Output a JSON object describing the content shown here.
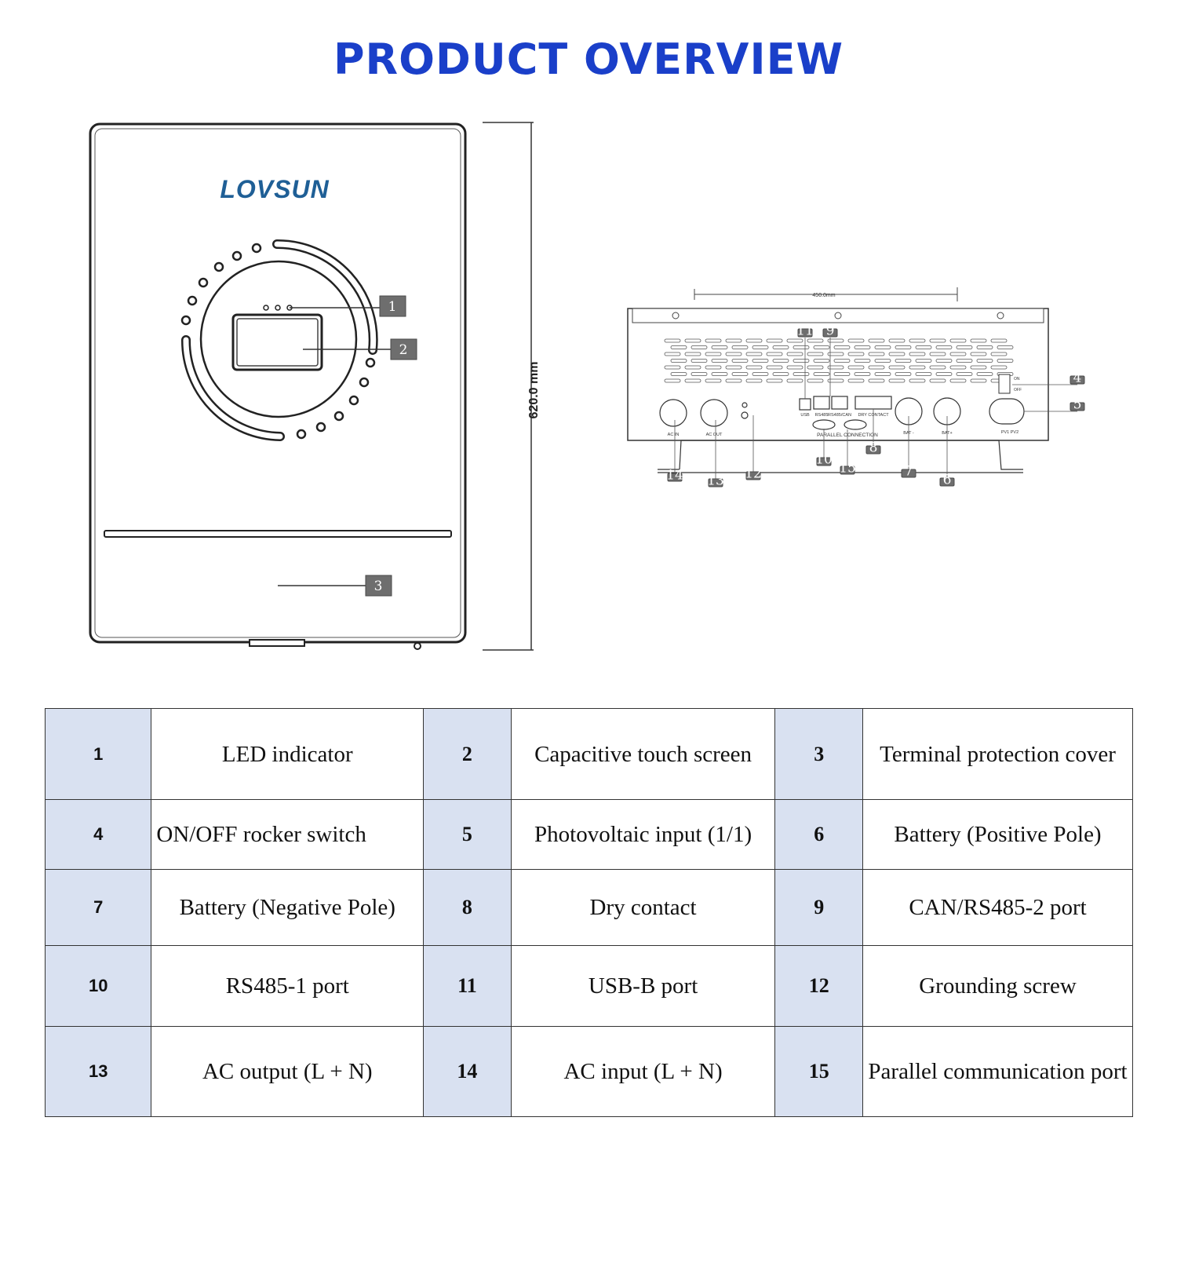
{
  "page_title": "PRODUCT OVERVIEW",
  "brand_logo": "LOVSUN",
  "colors": {
    "title": "#1a3fc9",
    "logo": "#1f5f96",
    "number_cell": "#d9e1f1",
    "callout": "#6e6e6e"
  },
  "front_view": {
    "height_dimension": "620.0 mm",
    "callouts": [
      "1",
      "2",
      "3"
    ]
  },
  "bottom_view": {
    "width_dimension": "450.0mm",
    "switch_labels": {
      "on": "ON",
      "off": "OFF"
    },
    "port_labels": {
      "ac_in": "AC IN",
      "ac_out": "AC OUT",
      "usb": "USB",
      "rs485": "RS485",
      "rs485_can": "RS485/CAN",
      "dry_contact": "DRY CONTACT",
      "parallel": "PARALLEL  CONNECTION",
      "bat_neg": "BAT -",
      "bat_pos": "BAT+",
      "pv": "PV1   PV2"
    },
    "callouts": [
      "4",
      "5",
      "6",
      "7",
      "8",
      "9",
      "10",
      "11",
      "12",
      "13",
      "14",
      "15"
    ]
  },
  "parts_table": [
    [
      {
        "num": "1",
        "desc": "LED indicator"
      },
      {
        "num": "2",
        "desc": "Capacitive touch screen"
      },
      {
        "num": "3",
        "desc": "Terminal protection cover"
      }
    ],
    [
      {
        "num": "4",
        "desc": "ON/OFF rocker switch"
      },
      {
        "num": "5",
        "desc": "Photovoltaic input (1/1)"
      },
      {
        "num": "6",
        "desc": "Battery (Positive   Pole)"
      }
    ],
    [
      {
        "num": "7",
        "desc": "Battery (Negative   Pole)"
      },
      {
        "num": "8",
        "desc": "Dry contact"
      },
      {
        "num": "9",
        "desc": "CAN/RS485-2 port"
      }
    ],
    [
      {
        "num": "10",
        "desc": "RS485-1 port"
      },
      {
        "num": "11",
        "desc": "USB-B port"
      },
      {
        "num": "12",
        "desc": "Grounding screw"
      }
    ],
    [
      {
        "num": "13",
        "desc": "AC output (L + N)"
      },
      {
        "num": "14",
        "desc": "AC input (L + N)"
      },
      {
        "num": "15",
        "desc": "Parallel communication port"
      }
    ]
  ]
}
